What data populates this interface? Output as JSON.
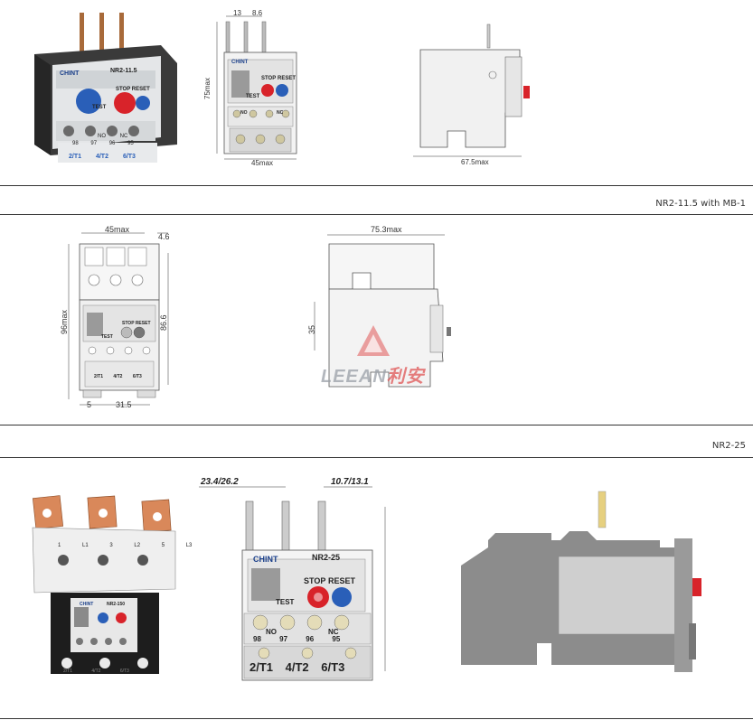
{
  "section1": {
    "photo_brand": "CHINT",
    "photo_model": "NR2-11.5",
    "photo_buttons": {
      "stop": "STOP",
      "reset": "RESET",
      "test": "TEST"
    },
    "photo_terminals_top": [
      "98",
      "97",
      "96",
      "95"
    ],
    "photo_terminal_labels": [
      "NO",
      "NC"
    ],
    "photo_terminals_bottom": [
      "2/T1",
      "4/T2",
      "6/T3"
    ],
    "front_dims": {
      "pitch1": "13",
      "pitch2": "8.6",
      "height": "75max",
      "width": "45max"
    },
    "front_labels": {
      "stop": "STOP",
      "reset": "RESET",
      "test": "TEST",
      "no": "NO",
      "nc": "NC",
      "brand": "CHINT"
    },
    "side_dims": {
      "depth": "67.5max"
    }
  },
  "section2": {
    "label": "NR2-11.5 with MB-1",
    "front_dims": {
      "width": "45max",
      "offset": "4.6",
      "height": "96max",
      "height2": "86.6",
      "left": "5",
      "spacing": "31.5"
    },
    "front_labels": {
      "stop_reset": "STOP RESET",
      "test": "TEST",
      "t1": "2/T1",
      "t2": "4/T2",
      "t3": "6/T3"
    },
    "side_dims": {
      "depth": "75.3max",
      "height": "35"
    },
    "watermark": {
      "prefix": "LEEAN",
      "suffix": "利安"
    }
  },
  "section3": {
    "label": "NR2-25",
    "photo_brand": "CHINT",
    "photo_model": "NR2-150",
    "photo_top_terminals": [
      "1 L1",
      "3 L2",
      "5 L3"
    ],
    "photo_bottom_terminals": [
      "2/T1",
      "4/T2",
      "6/T3"
    ],
    "front_dims": {
      "left": "23.4/26.2",
      "right": "10.7/13.1"
    },
    "front_brand": "CHINT",
    "front_model": "NR2-25",
    "front_buttons": {
      "stop": "STOP",
      "reset": "RESET",
      "test": "TEST"
    },
    "front_terminals": [
      "98",
      "97",
      "96",
      "95"
    ],
    "front_contact_labels": [
      "NO",
      "NC"
    ],
    "front_bottom": [
      "2/T1",
      "4/T2",
      "6/T3"
    ]
  },
  "colors": {
    "red_button": "#d8232a",
    "blue_button": "#2a5fb8",
    "copper": "#d9885a",
    "body_grey": "#8c8c8c",
    "light_grey": "#d8d8d8"
  }
}
